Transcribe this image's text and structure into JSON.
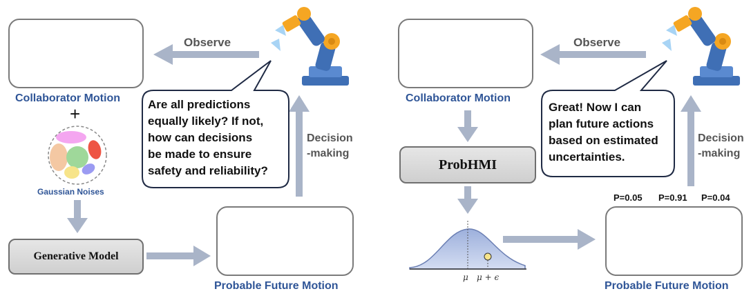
{
  "left": {
    "observe_label": "Observe",
    "collaborator_label": "Collaborator Motion",
    "plus": "+",
    "noise_label": "Gaussian Noises",
    "model_label": "Generative Model",
    "bubble_text": "Are all predictions\nequally likely? If not,\nhow can decisions\nbe made to ensure\nsafety and reliability?",
    "decision_label": "Decision\n-making",
    "future_label": "Probable Future Motion"
  },
  "right": {
    "observe_label": "Observe",
    "collaborator_label": "Collaborator Motion",
    "model_label": "ProbHMI",
    "bubble_text": "Great! Now I can\nplan future actions\nbased on estimated\nuncertainties.",
    "decision_label": "Decision\n-making",
    "future_label": "Probable Future Motion",
    "probabilities": [
      "P=0.05",
      "P=0.91",
      "P=0.04"
    ],
    "mu_label": "μ",
    "mu_eps_label": "μ + ϵ"
  },
  "colors": {
    "accent_blue": "#2f5597",
    "arrow_gray": "#a9b4c8",
    "skeleton_red": "#e8503a",
    "skeleton_blue": "#4a90d9",
    "robot_blue": "#3f6fb5",
    "robot_orange": "#f5a623"
  },
  "icons": [
    "robot-arm-icon",
    "gaussian-noise-icon",
    "distribution-curve-icon"
  ]
}
